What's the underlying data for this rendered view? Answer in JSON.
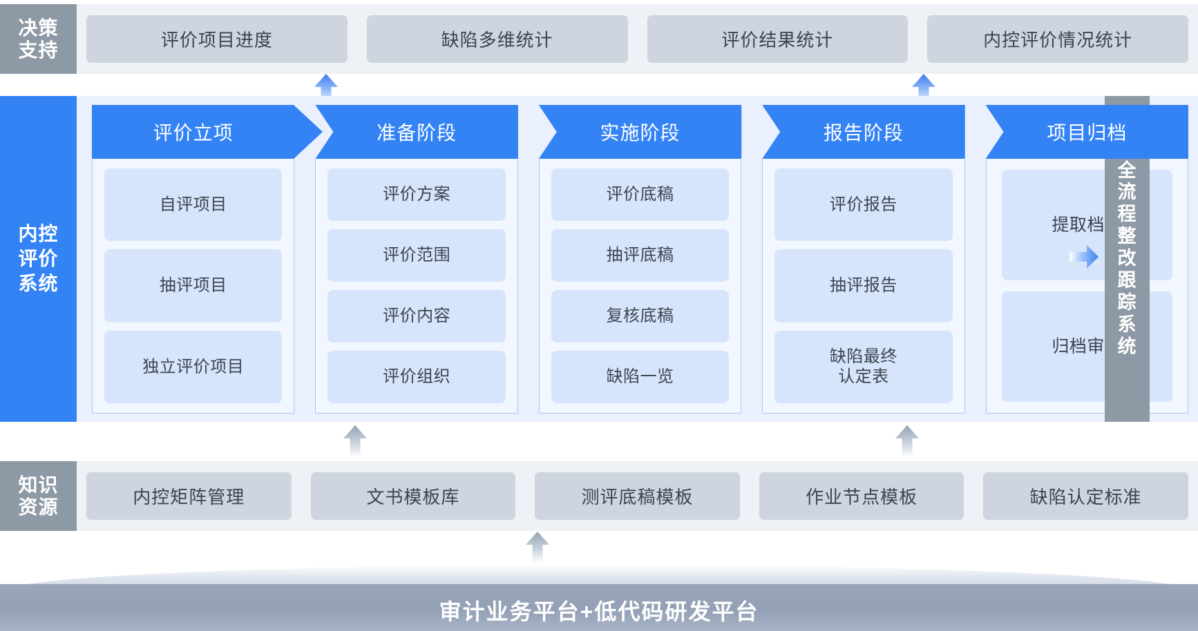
{
  "decision": {
    "label_lines": [
      "决策",
      "支持"
    ],
    "cards": [
      "评价项目进度",
      "缺陷多维统计",
      "评价结果统计",
      "内控评价情况统计"
    ]
  },
  "main": {
    "label_lines": [
      "内控",
      "评价",
      "系统"
    ],
    "phases": [
      {
        "title": "评价立项",
        "items": [
          "自评项目",
          "抽评项目",
          "独立评价项目"
        ]
      },
      {
        "title": "准备阶段",
        "items": [
          "评价方案",
          "评价范围",
          "评价内容",
          "评价组织"
        ]
      },
      {
        "title": "实施阶段",
        "items": [
          "评价底稿",
          "抽评底稿",
          "复核底稿",
          "缺陷一览"
        ]
      },
      {
        "title": "报告阶段",
        "items": [
          "评价报告",
          "抽评报告",
          "缺陷最终\n认定表"
        ]
      },
      {
        "title": "项目归档",
        "items": [
          "提取档案",
          "归档审核"
        ]
      }
    ]
  },
  "right_system": {
    "label_chars": [
      "全",
      "流",
      "程",
      "整",
      "改",
      "跟",
      "踪",
      "系",
      "统"
    ],
    "arrow_icon": "arrow-right-icon"
  },
  "knowledge": {
    "label_lines": [
      "知识",
      "资源"
    ],
    "cards": [
      "内控矩阵管理",
      "文书模板库",
      "测评底稿模板",
      "作业节点模板",
      "缺陷认定标准"
    ]
  },
  "platform": {
    "label": "审计业务平台+低代码研发平台"
  },
  "arrows": {
    "blue_up_icon": "arrow-up-icon",
    "gray_up_icon": "arrow-up-icon"
  },
  "colors": {
    "brand_blue": "#3383f5",
    "panel_blue": "#eaf0fd",
    "card_blue": "#d6e5fb",
    "gray_band": "#eef1f5",
    "gray_card": "#ced5df",
    "gray_label": "#8e99a6",
    "platform": "#93a0b5",
    "text_dark": "#3c4450"
  }
}
